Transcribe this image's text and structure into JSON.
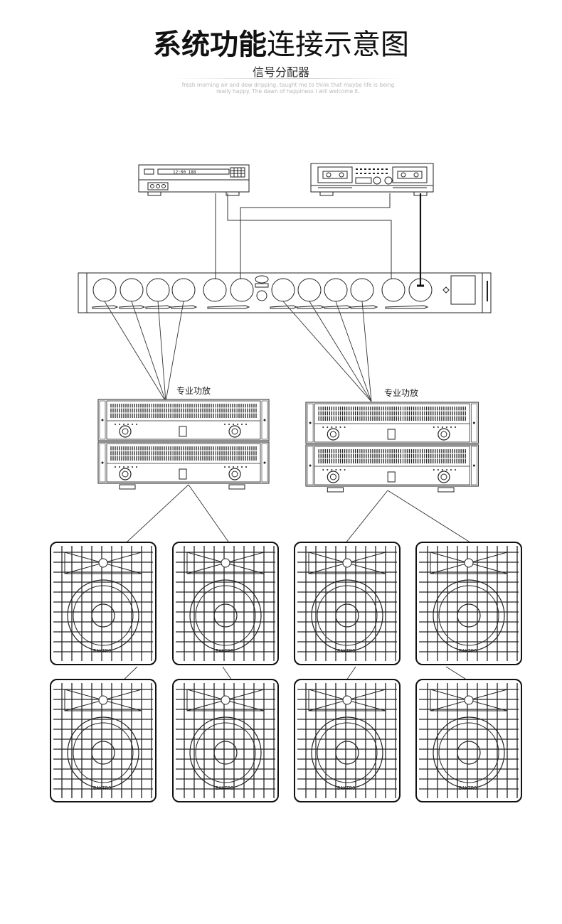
{
  "header": {
    "title_bold": "系统功能",
    "title_light": "连接示意图",
    "subtitle": "信号分配器",
    "tagline_line1": "fresh morning air and dew dripping, taught me to think that maybe life is being",
    "tagline_line2": "really happy. The dawn of happiness I will welcome it."
  },
  "diagram": {
    "amp_group_left_label": "专业功放",
    "amp_group_right_label": "专业功放",
    "speaker_brand": "BAKTRO",
    "cd_player_display": "12:00 188"
  }
}
